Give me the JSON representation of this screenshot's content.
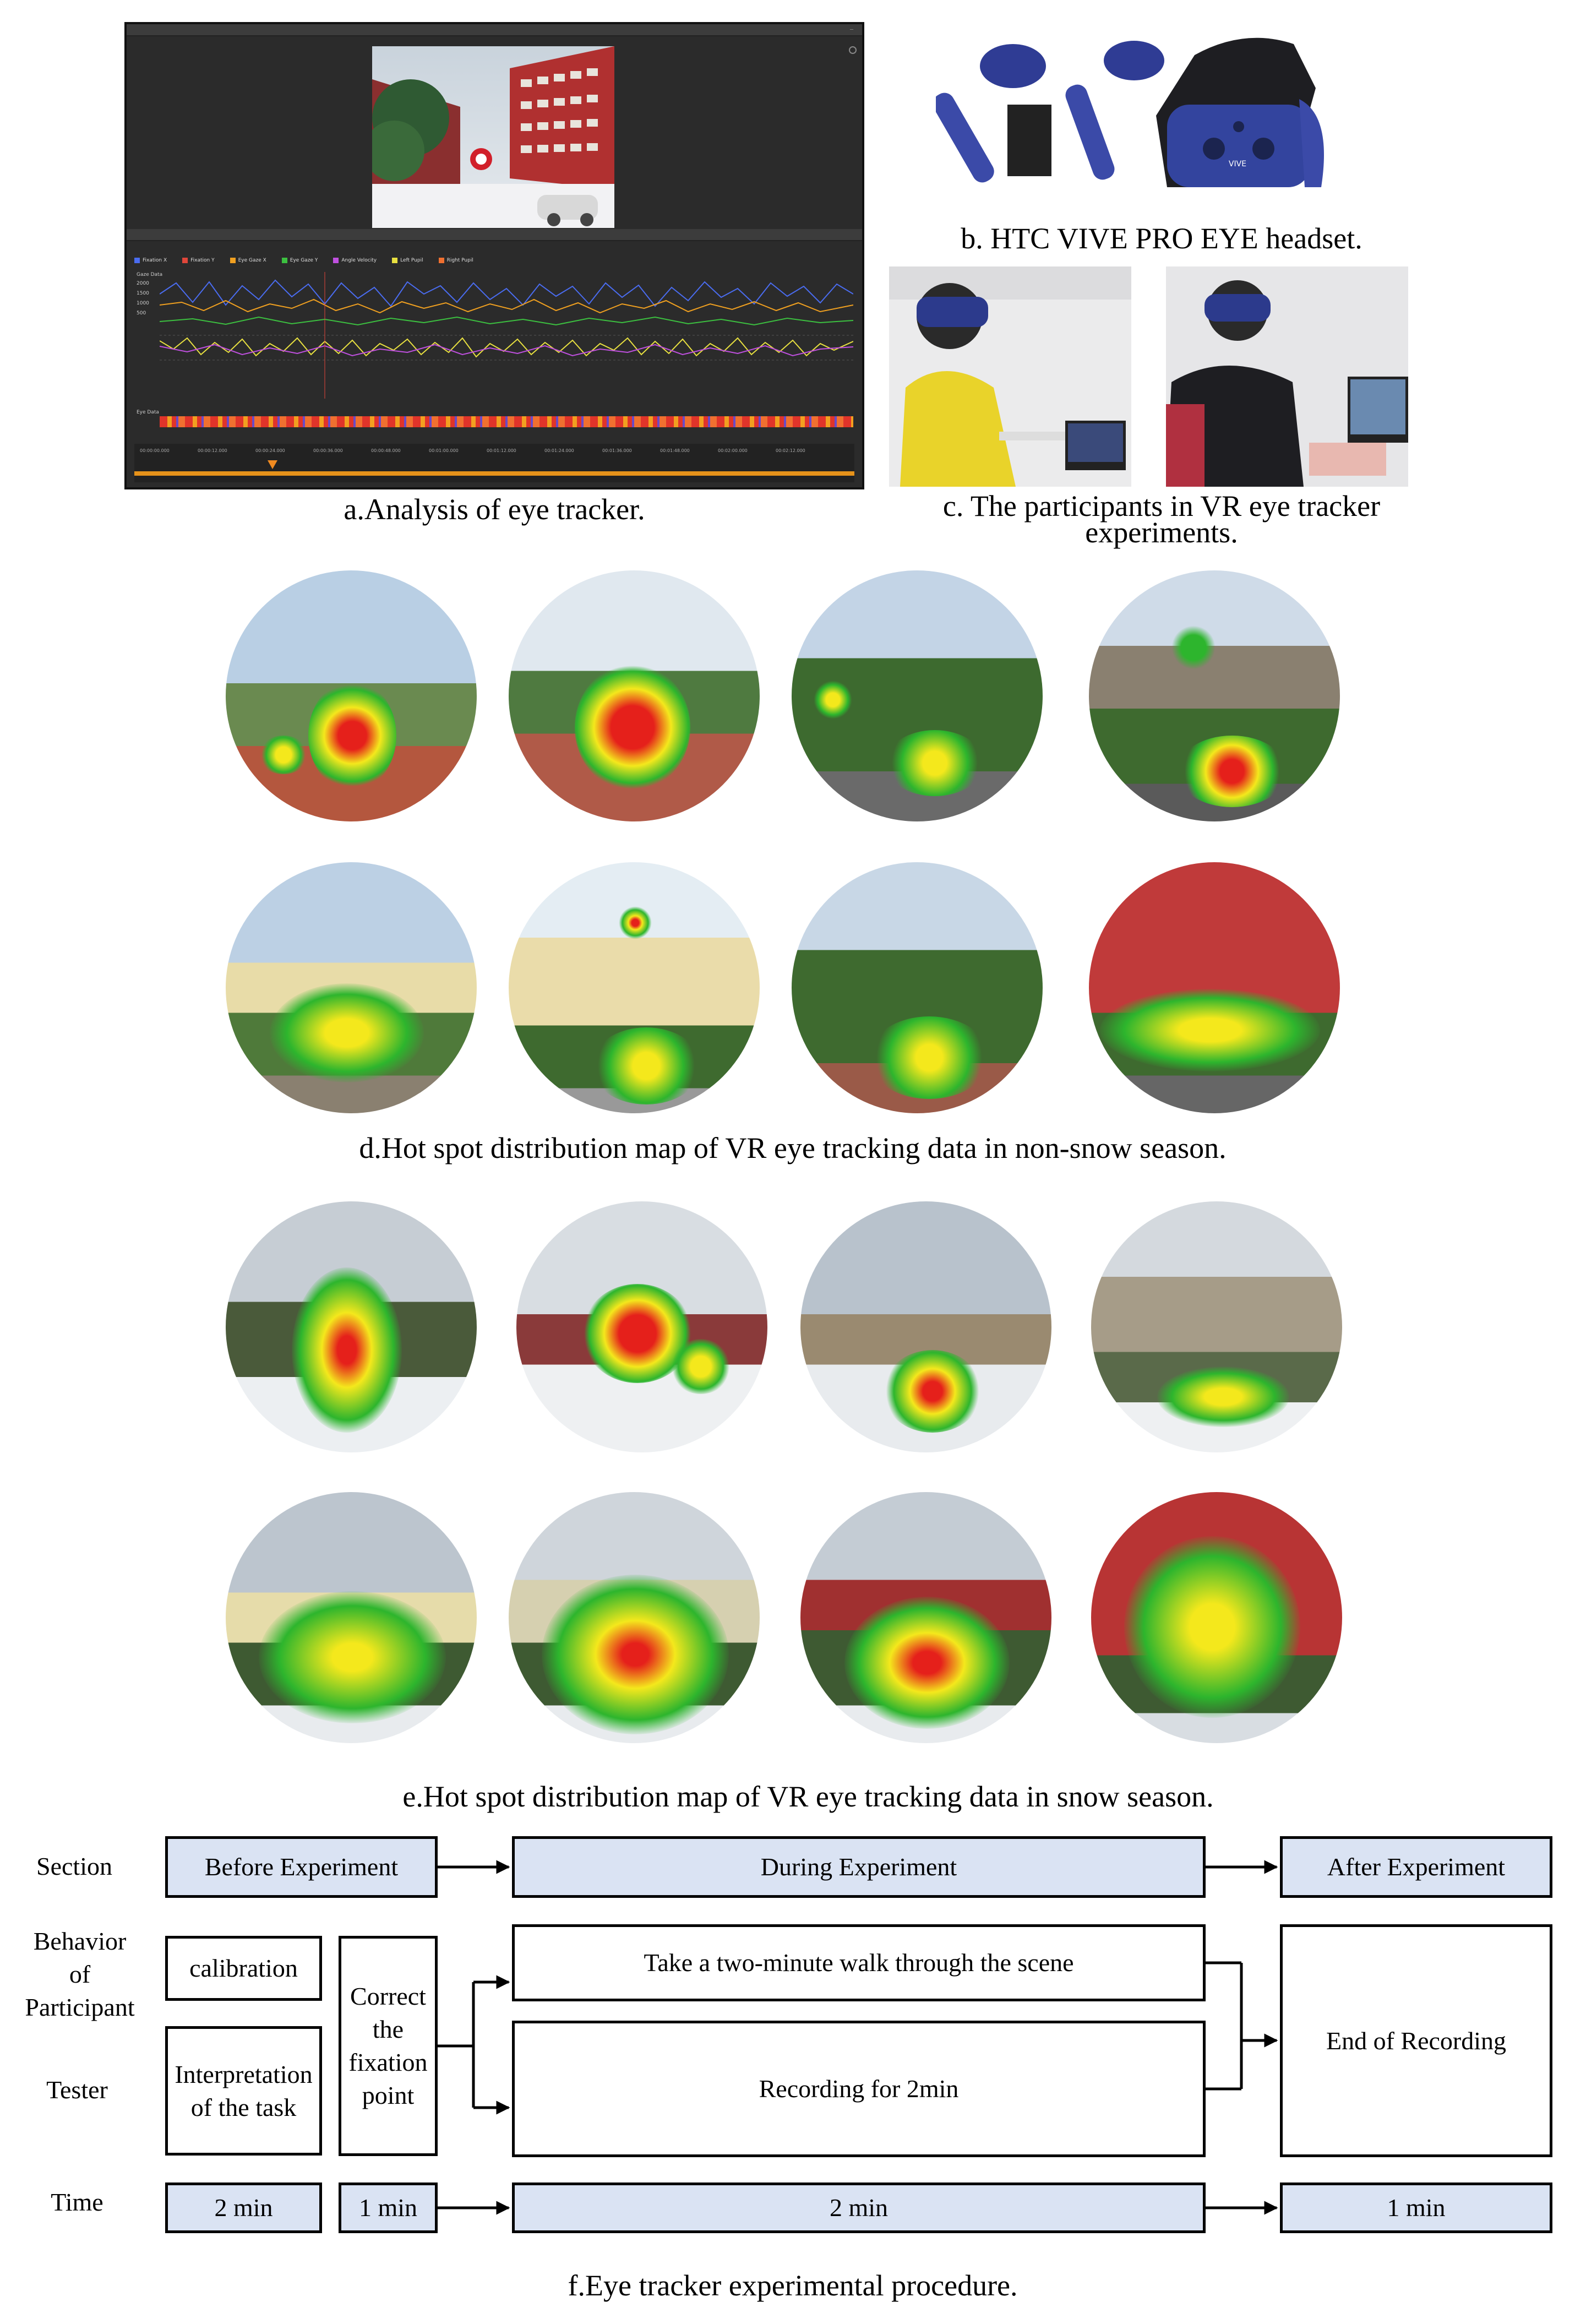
{
  "captions": {
    "a": "a.Analysis of eye tracker.",
    "b": "b. HTC VIVE PRO EYE headset.",
    "c_line1": "c. The participants in VR eye tracker",
    "c_line2": "experiments.",
    "d": "d.Hot spot distribution map of VR eye tracking data in non-snow season.",
    "e": "e.Hot spot distribution map of VR eye tracking data in snow season.",
    "f": "f.Eye tracker experimental procedure."
  },
  "tracker_ui": {
    "legend": [
      "Fixation X",
      "Fixation Y",
      "Eye Gaze X",
      "Eye Gaze Y",
      "Angle Velocity",
      "Left Pupil",
      "Right Pupil"
    ],
    "plot_labels": {
      "gaze": "Gaze Data",
      "eye": "Eye Data"
    },
    "y_ticks": [
      "2000",
      "1500",
      "1000",
      "500"
    ],
    "time_ticks": [
      "00:00:00.000",
      "00:00:12.000",
      "00:00:24.000",
      "00:00:36.000",
      "00:00:48.000",
      "00:01:00.000",
      "00:01:12.000",
      "00:01:24.000",
      "00:01:36.000",
      "00:01:48.000",
      "00:02:00.000",
      "00:02:12.000"
    ],
    "legend_colors": [
      "#4a6cf0",
      "#e0463a",
      "#f0a020",
      "#3cc040",
      "#c050e0",
      "#e8e040",
      "#f07030"
    ]
  },
  "headset": {
    "brand_text": "VIVE"
  },
  "flow": {
    "row_labels": {
      "section": "Section",
      "behavior": "Behavior\nof\nParticipant",
      "tester": "Tester",
      "time": "Time"
    },
    "sections": {
      "before": "Before Experiment",
      "during": "During Experiment",
      "after": "After Experiment"
    },
    "steps": {
      "calibration": "calibration",
      "interpretation": "Interpretation of the task",
      "correct": "Correct the fixation point",
      "walk": "Take a two-minute walk through the scene",
      "recording": "Recording for 2min",
      "end": "End of Recording"
    },
    "times": {
      "t1": "2 min",
      "t2": "1 min",
      "t3": "2 min",
      "t4": "1 min"
    }
  },
  "colors": {
    "box_fill": "#dae3f3",
    "heat_red": "#e5201b",
    "heat_yellow": "#f4e81c",
    "heat_green": "#2db52d"
  }
}
